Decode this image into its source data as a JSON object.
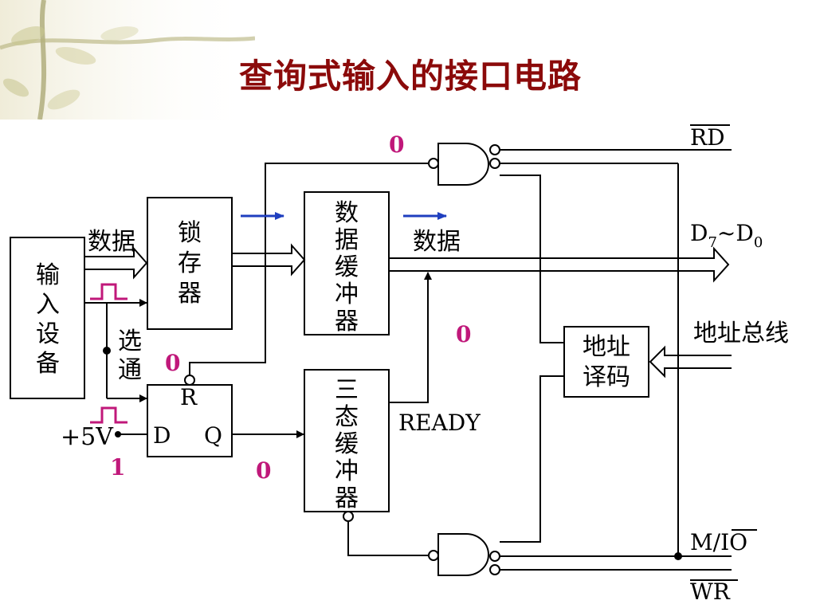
{
  "slide": {
    "title": "查询式输入的接口电路"
  },
  "blocks": {
    "input_device": [
      "输",
      "入",
      "设",
      "备"
    ],
    "latch": [
      "锁",
      "存",
      "器"
    ],
    "data_buffer": [
      "数",
      "据",
      "缓",
      "冲",
      "器"
    ],
    "tristate_buffer": [
      "三",
      "态",
      "缓",
      "冲",
      "器"
    ],
    "addr_decoder": [
      "地址",
      "译码"
    ],
    "ff_r": "R",
    "ff_d": "D",
    "ff_q": "Q"
  },
  "labels": {
    "data_in": "数据",
    "data_out": "数据",
    "strobe": [
      "选",
      "通"
    ],
    "plus5v": "+5V",
    "ready": "READY",
    "rd": "RD",
    "bus_d_main": "D",
    "bus_d7_sub": "7",
    "bus_tilde": "~D",
    "bus_d0_sub": "0",
    "addr_bus": "地址总线",
    "mio_m": "M/",
    "mio_io": "IO",
    "wr": "WR"
  },
  "annotations": {
    "gate_top": "0",
    "ff_reset": "0",
    "buffer_enable": "0",
    "d_input": "1",
    "q_output": "0"
  },
  "colors": {
    "title": "#8B0A0A",
    "annotation": "#C0187A",
    "arrow": "#1F3FBF",
    "pulse": "#C0187A",
    "line": "#000000"
  }
}
